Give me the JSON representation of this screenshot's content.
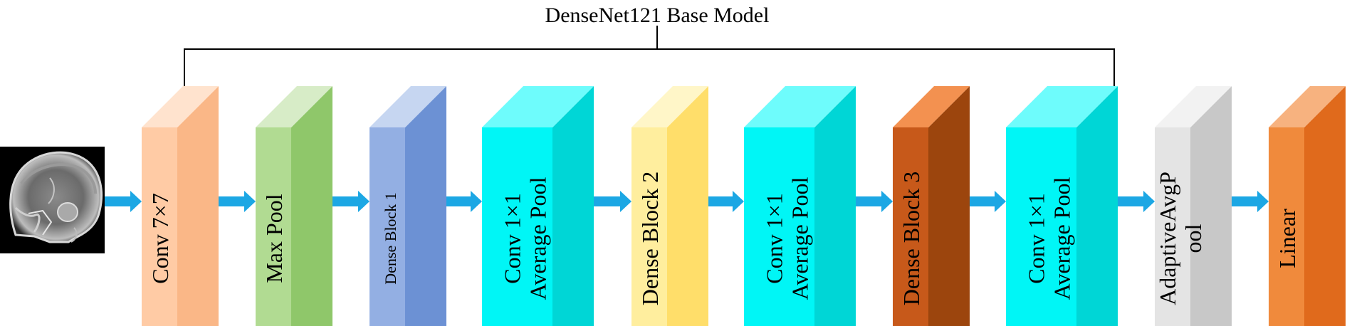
{
  "title": "DenseNet121 Base Model",
  "input_image": {
    "icon": "mri-brain-scan-icon"
  },
  "blocks": [
    {
      "id": "conv7",
      "lines": [
        "Conv 7×7"
      ],
      "colors": {
        "front": "#FFCBA5",
        "side": "#FAB787",
        "top": "#FFE3CE"
      },
      "font_size": "large"
    },
    {
      "id": "maxpool",
      "lines": [
        "Max Pool"
      ],
      "colors": {
        "front": "#B1DB92",
        "side": "#8FC76A",
        "top": "#D7ECC7"
      },
      "font_size": "large"
    },
    {
      "id": "dense1",
      "lines": [
        "Dense Block 1"
      ],
      "colors": {
        "front": "#93AFE3",
        "side": "#6C91D4",
        "top": "#C6D6F1"
      },
      "font_size": "small"
    },
    {
      "id": "conv1pool1",
      "lines": [
        "Conv 1×1",
        "Average Pool"
      ],
      "colors": {
        "front": "#00F6F6",
        "side": "#00D6D6",
        "top": "#6EFCFC"
      },
      "font_size": "large"
    },
    {
      "id": "dense2",
      "lines": [
        "Dense Block 2"
      ],
      "colors": {
        "front": "#FFEE9E",
        "side": "#FFDE6A",
        "top": "#FFF6C8"
      },
      "font_size": "large"
    },
    {
      "id": "conv1pool2",
      "lines": [
        "Conv 1×1",
        "Average Pool"
      ],
      "colors": {
        "front": "#00F6F6",
        "side": "#00D6D6",
        "top": "#6EFCFC"
      },
      "font_size": "large"
    },
    {
      "id": "dense3",
      "lines": [
        "Dense Block 3"
      ],
      "colors": {
        "front": "#C7591A",
        "side": "#9C450D",
        "top": "#F39150"
      },
      "font_size": "large"
    },
    {
      "id": "conv1pool3",
      "lines": [
        "Conv 1×1",
        "Average Pool"
      ],
      "colors": {
        "front": "#00F6F6",
        "side": "#00D6D6",
        "top": "#6EFCFC"
      },
      "font_size": "large"
    },
    {
      "id": "adaptive",
      "lines": [
        "AdaptiveAvgP",
        "ool"
      ],
      "colors": {
        "front": "#E4E4E4",
        "side": "#C8C8C8",
        "top": "#F2F2F2"
      },
      "font_size": "large"
    },
    {
      "id": "linear",
      "lines": [
        "Linear"
      ],
      "colors": {
        "front": "#F08A3C",
        "side": "#E06A1C",
        "top": "#F7B27F"
      },
      "font_size": "large"
    }
  ],
  "arrow_color": "#1CA7E4",
  "bracket_color": "#000000"
}
